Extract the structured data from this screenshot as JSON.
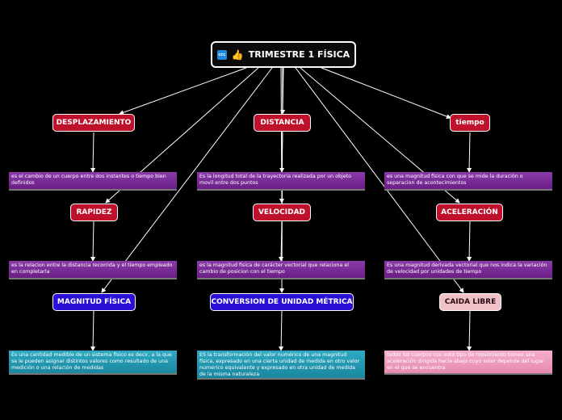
{
  "root": {
    "title": "TRIMESTRE 1 FÍSICA",
    "icons": [
      "mail-icon",
      "thumbs-up-icon"
    ],
    "mail_icon_text": "ccc"
  },
  "nodes": {
    "desplazamiento": {
      "label": "DESPLAZAMIENTO",
      "note": "es el cambio de un cuerpo entre dos instantes o tiempo bien definidos"
    },
    "distancia": {
      "label": "DISTANCIA",
      "note": "Es la longitud total de la trayectoria realizada por un objeto movil entre dos puntos"
    },
    "tiempo": {
      "label": "tiempo",
      "note": "es una magnitud fisica con que se mide la duración o separacion de acontecimientos"
    },
    "rapidez": {
      "label": "RAPIDEZ",
      "note": "es la relacion entre la distancia recorrida y el tiempo empleado en completarla"
    },
    "velocidad": {
      "label": "VELOCIDAD",
      "note": "es la magnitud fisica de carácter vectorial que relaciona el cambio de posicion con el tiempo"
    },
    "aceleracion": {
      "label": "ACELERACIÓN",
      "note": "Es una magnitud derivada vectorial que nos indica la variación de velocidad por unidades de tiempo"
    },
    "magnitud": {
      "label": "MAGNITUD FÍSICA",
      "note": "Es una cantidad medible de un sistema físico es decir, a la que se le pueden asignar distintos valores como resultado de una medición o una relación de medidas"
    },
    "conversion": {
      "label": "CONVERSION DE UNIDAD MÉTRICA",
      "note": "ES la transformación del valor numérico de una magnitud física, expresado en una cierta unidad de medida en otro valor numerico equivalente y expresado en otra unidad de medida de la misma naturaleza"
    },
    "caida": {
      "label": "CAIDA LIBRE",
      "note": "todos los cuerpos con este tipo de movimiento tienen una aceleración dirigida hacia abajo cuyo valor depende del lugar en el que se encuentra"
    }
  },
  "colors": {
    "background": "#000000",
    "topic_red": "#c0112c",
    "topic_blue": "#2a0fd6",
    "topic_pink": "#f0c2c8",
    "note_purple": "#7a2c98",
    "note_teal": "#2398b2",
    "note_rose": "#ee9cbe"
  }
}
